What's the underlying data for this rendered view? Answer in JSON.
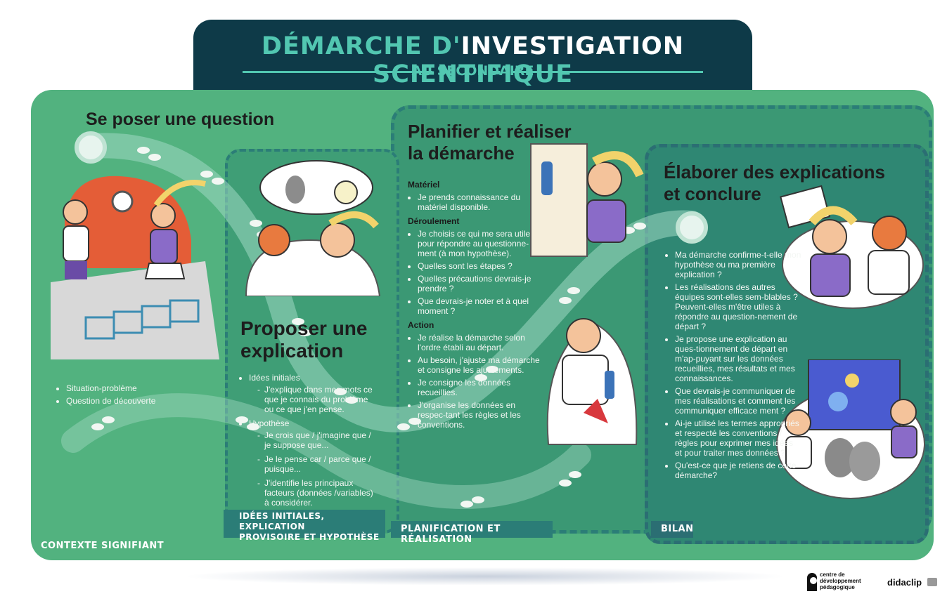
{
  "header": {
    "title_part1": "DÉMARCHE D'",
    "title_part2": "INVESTIGATION",
    "title_part3": "SCIENTIFIQUE",
    "subtitle": "AU SECONDAIRE"
  },
  "colors": {
    "header_bg": "#0e3a48",
    "accent_teal": "#52c7b1",
    "board_green": "#52b27f",
    "panel_dark": "#2b7d77"
  },
  "sections": {
    "s1": {
      "heading": "Se poser une question",
      "items": [
        "Situation-problème",
        "Question de découverte"
      ],
      "footer": "CONTEXTE SIGNIFIANT"
    },
    "s2": {
      "heading": "Proposer une explication",
      "groups": [
        {
          "label": "Idées initiales",
          "subs": [
            "J'explique dans mes mots ce que je connais du problème ou  ce que j'en pense."
          ]
        },
        {
          "label": "Hypothèse",
          "subs": [
            "Je crois que / j'imagine que / je suppose que...",
            "Je le pense car / parce que / puisque...",
            "J'identifie les principaux facteurs (données /variables) à considérer."
          ]
        }
      ],
      "footer_line1": "IDÉES INITIALES, EXPLICATION",
      "footer_line2": "PROVISOIRE ET HYPOTHÈSE"
    },
    "s3": {
      "heading": "Planifier et réaliser la démarche",
      "materiel_label": "Matériel",
      "materiel": [
        "Je prends connaissance du matériel disponible."
      ],
      "deroulement_label": "Déroulement",
      "deroulement": [
        "Je choisis ce qui me sera utile pour répondre au questionne-ment (à mon hypothèse).",
        "Quelles sont les étapes ?",
        "Quelles précautions devrais-je prendre ?",
        "Que devrais-je noter et à quel moment ?"
      ],
      "action_label": "Action",
      "action": [
        "Je réalise la démarche selon l'ordre établi au départ.",
        "Au besoin, j'ajuste ma démarche et consigne les ajustements.",
        "Je consigne les données recueillies.",
        "J'organise les données en respec-tant les règles et les conventions."
      ],
      "footer": "PLANIFICATION ET RÉALISATION"
    },
    "s4": {
      "heading": "Élaborer des explications et conclure",
      "items": [
        "Ma démarche confirme-t-elle mon hypothèse ou ma première explication ?",
        "Les réalisations des autres équipes sont-elles sem-blables ? Peuvent-elles m'être utiles à répondre au question-nement de départ ?",
        "Je propose une explication au ques-tionnement de départ en m'ap-puyant sur les données recueillies, mes résultats et mes connaissances.",
        "Que devrais-je communiquer de mes réalisations et comment les communiquer efficace ment ?",
        "Ai-je utilisé les termes appropriés et respecté les conventions / règles pour exprimer mes idées et pour traiter mes données ?",
        "Qu'est-ce que je retiens de cette démarche?"
      ],
      "footer": "BILAN"
    }
  },
  "logos": {
    "cdp_line1": "centre de",
    "cdp_line2": "développement",
    "cdp_line3": "pédagogique",
    "didaclip": "didaclip"
  }
}
